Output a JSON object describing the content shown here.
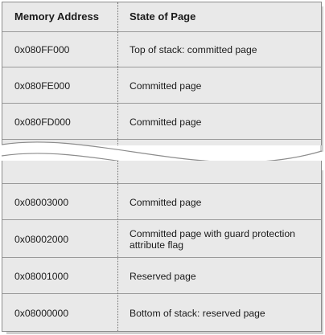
{
  "header": {
    "col1": "Memory Address",
    "col2": "State of Page"
  },
  "rows_top": [
    {
      "address": "0x080FF000",
      "state": "Top of stack: committed page"
    },
    {
      "address": "0x080FE000",
      "state": "Committed page"
    },
    {
      "address": "0x080FD000",
      "state": "Committed page"
    }
  ],
  "rows_bottom": [
    {
      "address": "0x08003000",
      "state": "Committed page"
    },
    {
      "address": "0x08002000",
      "state": "Committed page with guard protection attribute flag"
    },
    {
      "address": "0x08001000",
      "state": "Reserved page"
    },
    {
      "address": "0x08000000",
      "state": "Bottom of stack: reserved page"
    }
  ]
}
